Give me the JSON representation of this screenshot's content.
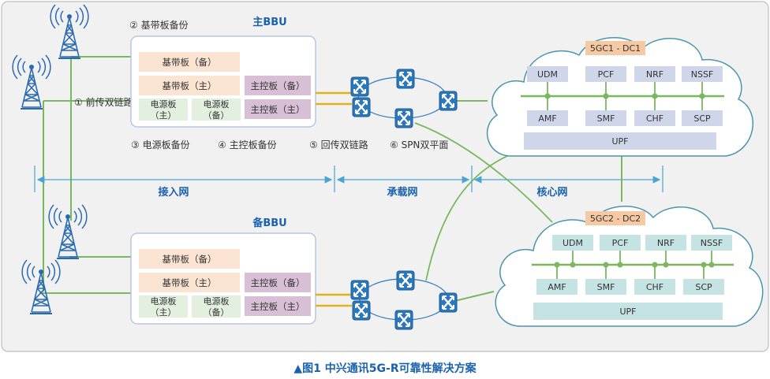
{
  "colors": {
    "panel_bg": "#f1f1f1",
    "panel_border": "#c8c8c8",
    "bbu_border": "#b9c6df",
    "baseband_fill": "#fce4d2",
    "power_fill": "#e3efdf",
    "control_fill": "#d9bfd6",
    "fronthaul_line": "#79b85e",
    "backhaul_line": "#e3b21a",
    "cloud_border": "#4b95ab",
    "dc_label_fill": "#f6c9a5",
    "nf_box_fill": "#c6e3e3",
    "nf_bar_fill": "#cfd6ea",
    "arrow_blue": "#4aa3d6",
    "title_blue": "#1a62ae",
    "router_blue": "#2c78bd"
  },
  "annotations": {
    "a1": "① 前传双链路",
    "a2": "② 基带板备份",
    "a3": "③ 电源板备份",
    "a4": "④ 主控板备份",
    "a5": "⑤ 回传双链路",
    "a6": "⑥ SPN双平面"
  },
  "bbu_main": {
    "title": "主BBU",
    "baseband_standby": "基带板（备）",
    "baseband_active": "基带板（主）",
    "control_standby": "主控板（备）",
    "control_active": "主控板（主）",
    "power_active_l1": "电源板",
    "power_active_l2": "（主）",
    "power_standby_l1": "电源板",
    "power_standby_l2": "（备）"
  },
  "bbu_backup": {
    "title": "备BBU",
    "baseband_standby": "基带板（备）",
    "baseband_active": "基带板（主）",
    "control_standby": "主控板（备）",
    "control_active": "主控板（主）",
    "power_active_l1": "电源板",
    "power_active_l2": "（主）",
    "power_standby_l1": "电源板",
    "power_standby_l2": "（备）"
  },
  "zones": {
    "access": "接入网",
    "transport": "承载网",
    "core": "核心网"
  },
  "dc1": {
    "label": "5GC1 - DC1",
    "top_nfs": [
      "UDM",
      "PCF",
      "NRF",
      "NSSF"
    ],
    "bottom_nfs": [
      "AMF",
      "SMF",
      "CHF",
      "SCP"
    ],
    "upf": "UPF"
  },
  "dc2": {
    "label": "5GC2 - DC2",
    "top_nfs": [
      "UDM",
      "PCF",
      "NRF",
      "NSSF"
    ],
    "bottom_nfs": [
      "AMF",
      "SMF",
      "CHF",
      "SCP"
    ],
    "upf": "UPF"
  },
  "caption": "▲图1   中兴通讯5G-R可靠性解决方案"
}
